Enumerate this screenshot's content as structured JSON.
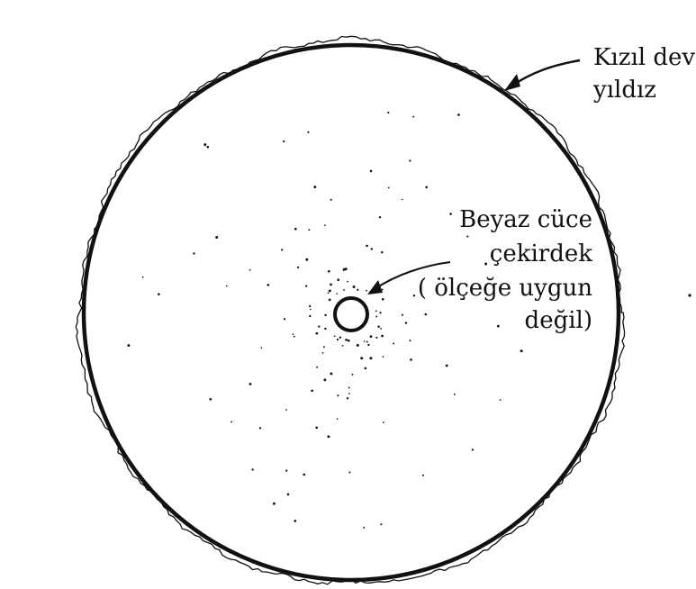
{
  "labels": {
    "red_giant_line1": "Kızıl dev",
    "red_giant_line2": "yıldız",
    "core_line1": "Beyaz cüce",
    "core_line2": "çekirdek",
    "core_line3": "( ölçeğe uygun",
    "core_line4": "değil)"
  },
  "colors": {
    "ink": "#111111",
    "background": "#ffffff"
  }
}
